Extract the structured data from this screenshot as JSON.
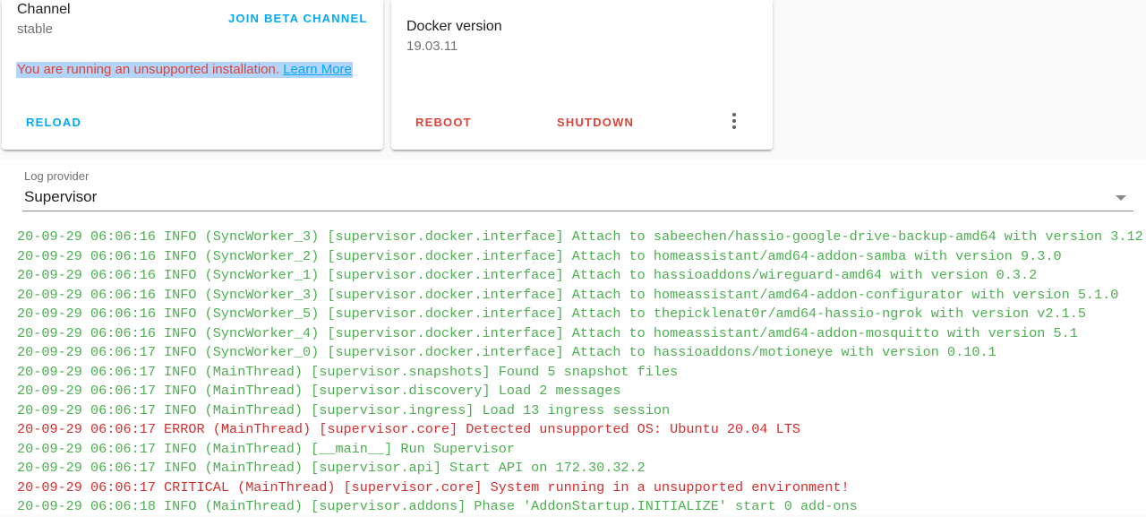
{
  "supervisor_card": {
    "channel_label": "Channel",
    "channel_value": "stable",
    "join_beta_label": "JOIN BETA CHANNEL",
    "warning_text": "You are running an unsupported installation.",
    "learn_more_label": "Learn More",
    "reload_label": "RELOAD"
  },
  "host_card": {
    "docker_label": "Docker version",
    "docker_value": "19.03.11",
    "reboot_label": "REBOOT",
    "shutdown_label": "SHUTDOWN",
    "menu_icon": "dots-vertical-icon"
  },
  "log_panel": {
    "provider_label": "Log provider",
    "provider_value": "Supervisor",
    "lines": [
      {
        "text": "20-09-29 06:06:16 INFO (SyncWorker_3) [supervisor.docker.interface] Attach to sabeechen/hassio-google-drive-backup-amd64 with version 3.12",
        "level": "info"
      },
      {
        "text": "20-09-29 06:06:16 INFO (SyncWorker_2) [supervisor.docker.interface] Attach to homeassistant/amd64-addon-samba with version 9.3.0",
        "level": "info"
      },
      {
        "text": "20-09-29 06:06:16 INFO (SyncWorker_1) [supervisor.docker.interface] Attach to hassioaddons/wireguard-amd64 with version 0.3.2",
        "level": "info"
      },
      {
        "text": "20-09-29 06:06:16 INFO (SyncWorker_3) [supervisor.docker.interface] Attach to homeassistant/amd64-addon-configurator with version 5.1.0",
        "level": "info"
      },
      {
        "text": "20-09-29 06:06:16 INFO (SyncWorker_5) [supervisor.docker.interface] Attach to thepicklenat0r/amd64-hassio-ngrok with version v2.1.5",
        "level": "info"
      },
      {
        "text": "20-09-29 06:06:16 INFO (SyncWorker_4) [supervisor.docker.interface] Attach to homeassistant/amd64-addon-mosquitto with version 5.1",
        "level": "info"
      },
      {
        "text": "20-09-29 06:06:17 INFO (SyncWorker_0) [supervisor.docker.interface] Attach to hassioaddons/motioneye with version 0.10.1",
        "level": "info"
      },
      {
        "text": "20-09-29 06:06:17 INFO (MainThread) [supervisor.snapshots] Found 5 snapshot files",
        "level": "info"
      },
      {
        "text": "20-09-29 06:06:17 INFO (MainThread) [supervisor.discovery] Load 2 messages",
        "level": "info"
      },
      {
        "text": "20-09-29 06:06:17 INFO (MainThread) [supervisor.ingress] Load 13 ingress session",
        "level": "info"
      },
      {
        "text": "20-09-29 06:06:17 ERROR (MainThread) [supervisor.core] Detected unsupported OS: Ubuntu 20.04 LTS",
        "level": "error"
      },
      {
        "text": "20-09-29 06:06:17 INFO (MainThread) [__main__] Run Supervisor",
        "level": "info"
      },
      {
        "text": "20-09-29 06:06:17 INFO (MainThread) [supervisor.api] Start API on 172.30.32.2",
        "level": "info"
      },
      {
        "text": "20-09-29 06:06:17 CRITICAL (MainThread) [supervisor.core] System running in a unsupported environment!",
        "level": "error"
      },
      {
        "text": "20-09-29 06:06:18 INFO (MainThread) [supervisor.addons] Phase 'AddonStartup.INITIALIZE' start 0 add-ons",
        "level": "info"
      }
    ]
  },
  "colors": {
    "primary": "#03a9f4",
    "danger": "#db4437",
    "log_info": "#4caf50",
    "log_error": "#d32f2f"
  }
}
